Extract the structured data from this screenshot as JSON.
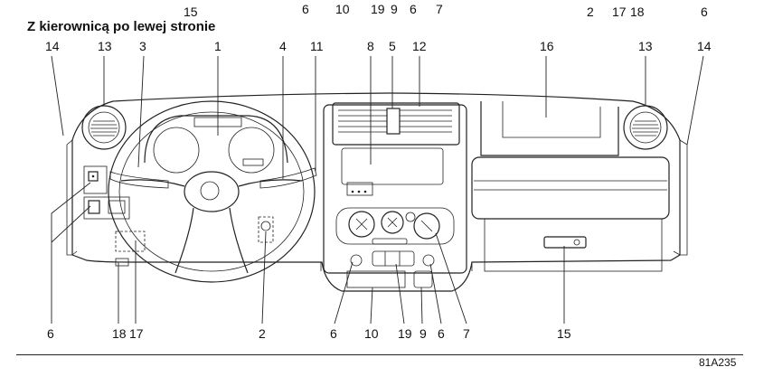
{
  "title": "Z kierownicą po lewej stronie",
  "figure_code": "81A235",
  "top_cut_numbers": [
    "15",
    "6",
    "10",
    "19",
    "9",
    "6",
    "7",
    "2",
    "17",
    "18",
    "6"
  ],
  "top_callouts": [
    "14",
    "13",
    "3",
    "1",
    "4",
    "11",
    "8",
    "5",
    "12",
    "16",
    "13",
    "14"
  ],
  "bottom_callouts": [
    "6",
    "18",
    "17",
    "2",
    "6",
    "10",
    "19",
    "9",
    "6",
    "7",
    "15"
  ]
}
